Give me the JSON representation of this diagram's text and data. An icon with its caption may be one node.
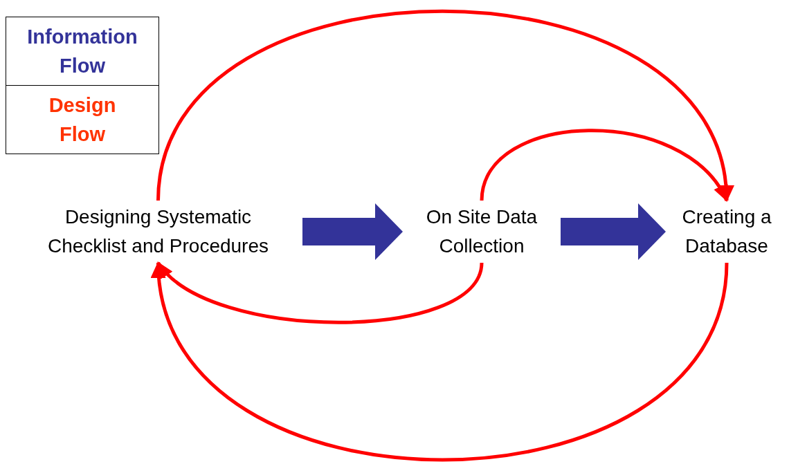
{
  "diagram": {
    "nodes": [
      {
        "text": [
          "Designing Systematic Checklist and Procedures"
        ]
      },
      {
        "text": [
          "On Site Data Collection"
        ]
      },
      {
        "text": [
          "Creating a Database"
        ]
      }
    ],
    "edges": [
      {
        "from": 0,
        "to": 1,
        "arrow": "to",
        "style": "thick",
        "color": "#333399"
      },
      {
        "from": 1,
        "to": 2,
        "arrow": "to",
        "style": "thick",
        "color": "#333399"
      },
      {
        "from": 0,
        "to": 2,
        "arrow": "to"
      },
      {
        "from": 1,
        "to": 2,
        "arrow": "to"
      },
      {
        "from": 1,
        "to": 0,
        "arrow": "to"
      },
      {
        "from": 2,
        "to": 0,
        "arrow": "to"
      }
    ],
    "legend": [
      {
        "text": "Information Flow",
        "color": "#333399"
      },
      {
        "text": "Design Flow",
        "color": "#ff3300"
      }
    ]
  }
}
